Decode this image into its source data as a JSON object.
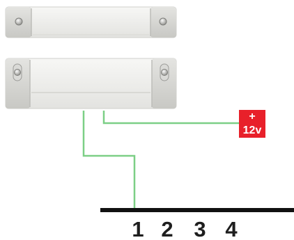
{
  "power_badge": {
    "symbol": "+",
    "voltage": "12v",
    "color": "#e8202a"
  },
  "terminal_bar": {
    "labels": [
      "1",
      "2",
      "3",
      "4"
    ]
  },
  "colors": {
    "wire": "#7ccf86",
    "bar": "#111111",
    "sensor_body": "#ececea",
    "sensor_edge": "#c9c9c6"
  },
  "icons": {
    "magnet_unit": "magnet-icon",
    "reed_switch_unit": "reed-switch-icon",
    "screw": "screw-icon"
  }
}
